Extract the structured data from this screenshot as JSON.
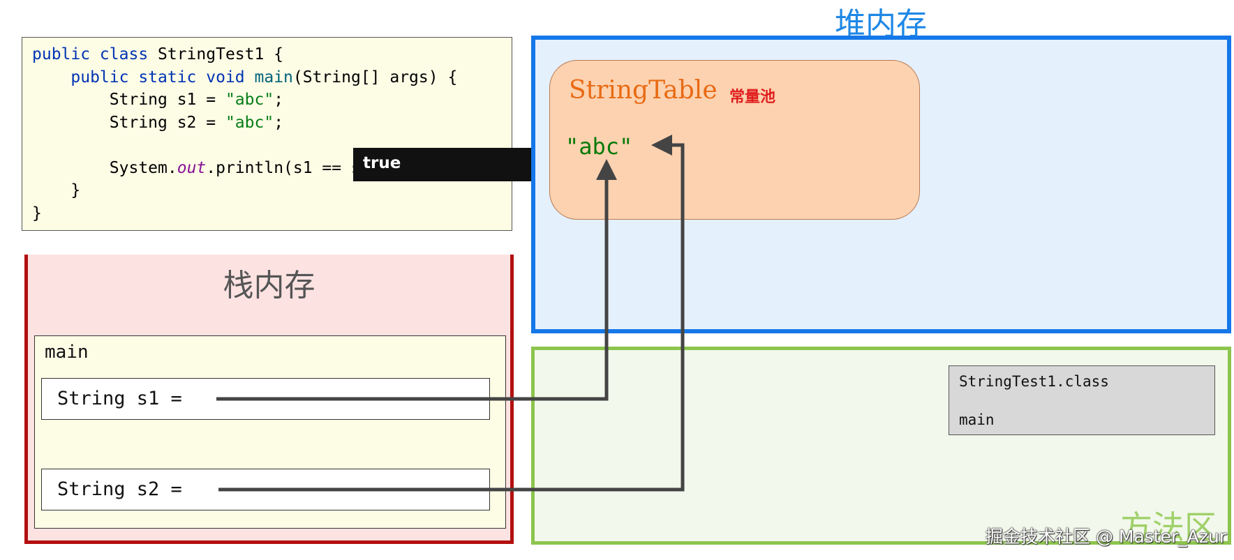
{
  "code": {
    "lines": [
      [
        {
          "t": "public class ",
          "c": "kw"
        },
        {
          "t": "StringTest1 {",
          "c": ""
        }
      ],
      [
        {
          "t": "    ",
          "c": ""
        },
        {
          "t": "public static void ",
          "c": "kw"
        },
        {
          "t": "main",
          "c": "fn"
        },
        {
          "t": "(String[] args) {",
          "c": ""
        }
      ],
      [
        {
          "t": "        String s1 = ",
          "c": ""
        },
        {
          "t": "\"abc\"",
          "c": "str"
        },
        {
          "t": ";",
          "c": ""
        }
      ],
      [
        {
          "t": "        String s2 = ",
          "c": ""
        },
        {
          "t": "\"abc\"",
          "c": "str"
        },
        {
          "t": ";",
          "c": ""
        }
      ],
      [
        {
          "t": "",
          "c": ""
        }
      ],
      [
        {
          "t": "        System.",
          "c": ""
        },
        {
          "t": "out",
          "c": "ital"
        },
        {
          "t": ".println(s1 == s2);",
          "c": ""
        }
      ],
      [
        {
          "t": "    }",
          "c": ""
        }
      ],
      [
        {
          "t": "}",
          "c": ""
        }
      ]
    ]
  },
  "output": {
    "text": "true"
  },
  "stack": {
    "title": "栈内存",
    "frame_label": "main",
    "var1": "String s1 =",
    "var2": "String s2 ="
  },
  "heap": {
    "title": "堆内存",
    "string_table_title": "StringTable",
    "string_table_sub": "常量池",
    "string_value": "\"abc\""
  },
  "method_area": {
    "title": "方法区",
    "class_name": "StringTest1.class",
    "class_method": "main"
  },
  "watermark": "掘金技术社区 @ Master_Azur",
  "colors": {
    "heap_border": "#1577e8",
    "stack_border": "#b30f0f",
    "method_border": "#8cc44e",
    "arrow": "#444444"
  }
}
